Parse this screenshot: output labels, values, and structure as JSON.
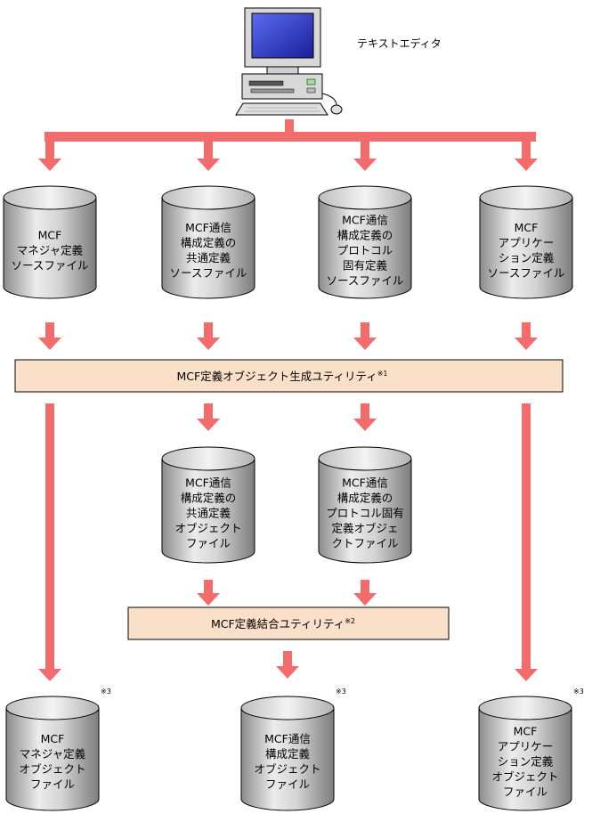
{
  "editor": {
    "label": "テキストエディタ",
    "icon": "computer-icon"
  },
  "colors": {
    "arrow": "#f26c6c",
    "box_fill": "#fae0c8",
    "cylinder_light": "#ececec",
    "cylinder_dark": "#8c8c8c"
  },
  "utilities": {
    "generate": {
      "label": "MCF定義オブジェクト生成ユティリティ",
      "note": "※1"
    },
    "combine": {
      "label": "MCF定義結合ユティリティ",
      "note": "※2"
    }
  },
  "sources": [
    {
      "lines": [
        "MCF",
        "マネジャ定義",
        "ソースファイル"
      ]
    },
    {
      "lines": [
        "MCF通信",
        "構成定義の",
        "共通定義",
        "ソースファイル"
      ]
    },
    {
      "lines": [
        "MCF通信",
        "構成定義の",
        "プロトコル",
        "固有定義",
        "ソースファイル"
      ]
    },
    {
      "lines": [
        "MCF",
        "アプリケー",
        "ション定義",
        "ソースファイル"
      ]
    }
  ],
  "intermediates": [
    {
      "lines": [
        "MCF通信",
        "構成定義の",
        "共通定義",
        "オブジェクト",
        "ファイル"
      ]
    },
    {
      "lines": [
        "MCF通信",
        "構成定義の",
        "プロトコル固有",
        "定義オブジェ",
        "クトファイル"
      ]
    }
  ],
  "outputs": [
    {
      "lines": [
        "MCF",
        "マネジャ定義",
        "オブジェクト",
        "ファイル"
      ],
      "note": "※3"
    },
    {
      "lines": [
        "MCF通信",
        "構成定義",
        "オブジェクト",
        "ファイル"
      ],
      "note": "※3"
    },
    {
      "lines": [
        "MCF",
        "アプリケー",
        "ション定義",
        "オブジェクト",
        "ファイル"
      ],
      "note": "※3"
    }
  ]
}
